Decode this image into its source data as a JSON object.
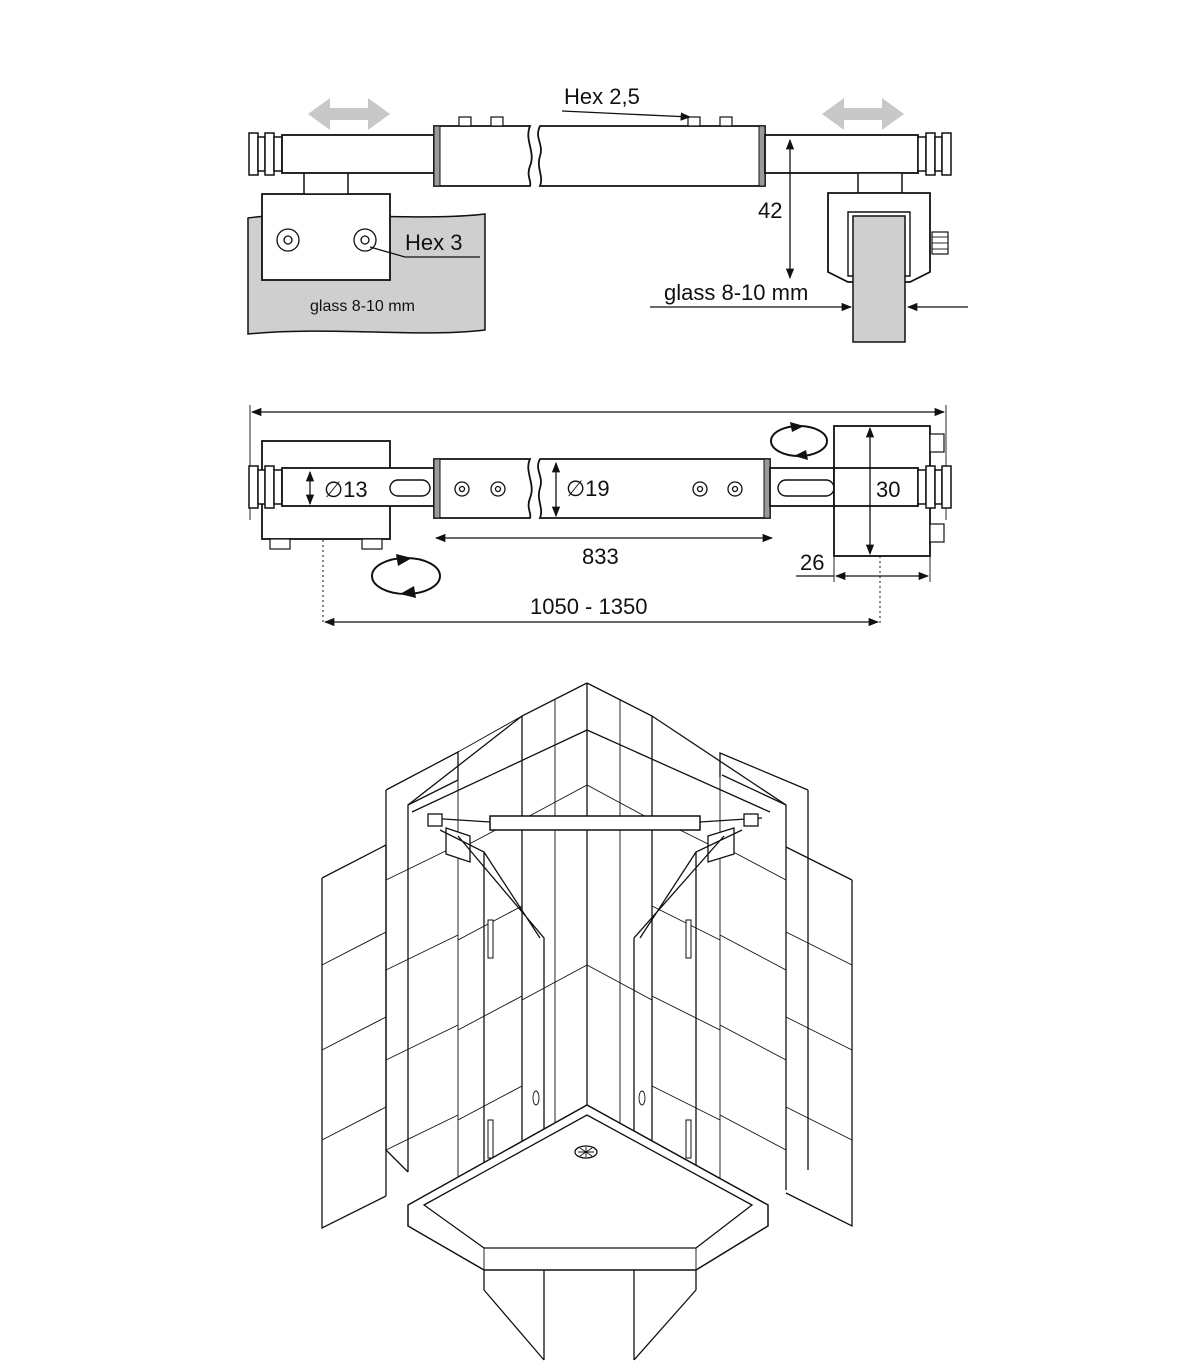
{
  "labels": {
    "hex25": "Hex 2,5",
    "hex3": "Hex 3",
    "glass_left": "glass 8-10 mm",
    "glass_right": "glass 8-10 mm",
    "dim_42": "42",
    "dim_13": "∅13",
    "dim_19": "∅19",
    "dim_30": "30",
    "dim_26": "26",
    "dim_833": "833",
    "dim_range": "1050 - 1350"
  },
  "colors": {
    "line": "#111111",
    "glass_fill": "#cfcfcf",
    "arrow_fill": "#c8c8c8",
    "gasket": "#9a9a9a"
  },
  "icons": [
    "double-arrow-icon",
    "rotate-icon"
  ]
}
